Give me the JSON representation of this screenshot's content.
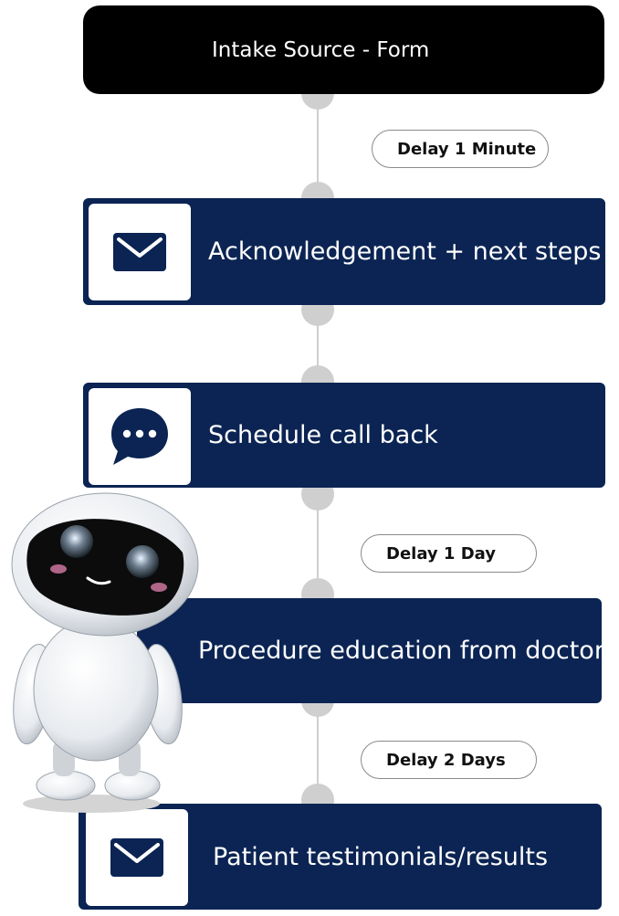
{
  "flow": {
    "trigger": {
      "label": "Intake Source - Form"
    },
    "steps": [
      {
        "label": "Acknowledgement + next steps",
        "icon": "envelope-icon"
      },
      {
        "label": "Schedule call back",
        "icon": "chat-bubble-icon"
      },
      {
        "label": "Procedure education from doctor",
        "icon": "robot-mascot"
      },
      {
        "label": "Patient testimonials/results",
        "icon": "envelope-icon"
      }
    ],
    "delays": [
      {
        "label": "Delay 1 Minute"
      },
      {
        "label": "Delay 1 Day"
      },
      {
        "label": "Delay 2 Days"
      }
    ]
  },
  "colors": {
    "step_fill": "#0b2453",
    "trigger_fill": "#000000",
    "connector": "#cfcfcf"
  }
}
